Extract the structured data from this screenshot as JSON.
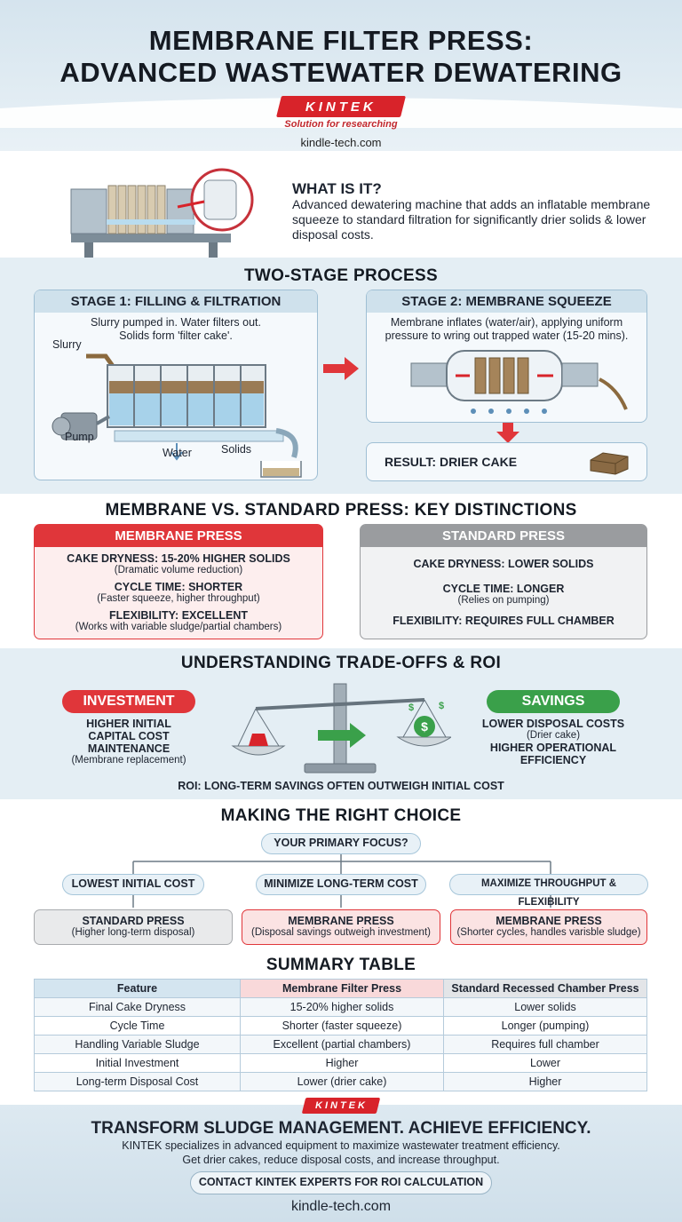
{
  "header": {
    "title_line1": "MEMBRANE FILTER PRESS:",
    "title_line2": "ADVANCED WASTEWATER DEWATERING",
    "logo": "KINTEK",
    "tagline": "Solution for researching",
    "site": "kindle-tech.com"
  },
  "what": {
    "heading": "WHAT IS IT?",
    "text": "Advanced dewatering machine that adds an inflatable membrane squeeze to standard filtration for significantly drier solids & lower disposal costs."
  },
  "process": {
    "title": "TWO-STAGE PROCESS",
    "stage1": {
      "title": "STAGE 1: FILLING & FILTRATION",
      "text_line1": "Slurry pumped in. Water filters out.",
      "text_line2": "Solids form 'filter cake'.",
      "labels": {
        "slurry": "Slurry",
        "pump": "Pump",
        "water": "Water",
        "solids": "Solids"
      }
    },
    "stage2": {
      "title": "STAGE 2: MEMBRANE SQUEEZE",
      "text_line1": "Membrane inflates (water/air), applying uniform",
      "text_line2": "pressure to wring out trapped water (15-20 mins)."
    },
    "result": "RESULT: DRIER CAKE"
  },
  "distinctions": {
    "title": "MEMBRANE VS. STANDARD PRESS: KEY DISTINCTIONS",
    "membrane": {
      "title": "MEMBRANE PRESS",
      "rows": [
        {
          "head": "CAKE DRYNESS: 15-20% HIGHER SOLIDS",
          "sub": "(Dramatic volume reduction)"
        },
        {
          "head": "CYCLE TIME: SHORTER",
          "sub": "(Faster squeeze, higher throughput)"
        },
        {
          "head": "FLEXIBILITY: EXCELLENT",
          "sub": "(Works with variable sludge/partial chambers)"
        }
      ]
    },
    "standard": {
      "title": "STANDARD PRESS",
      "rows": [
        {
          "head": "CAKE DRYNESS: LOWER SOLIDS",
          "sub": ""
        },
        {
          "head": "CYCLE TIME: LONGER",
          "sub": "(Relies on pumping)"
        },
        {
          "head": "FLEXIBILITY: REQUIRES FULL CHAMBER",
          "sub": ""
        }
      ]
    }
  },
  "tradeoffs": {
    "title": "UNDERSTANDING TRADE-OFFS & ROI",
    "investment": {
      "label": "INVESTMENT",
      "line1": "HIGHER INITIAL",
      "line2": "CAPITAL COST",
      "line3": "MAINTENANCE",
      "line4": "(Membrane replacement)"
    },
    "savings": {
      "label": "SAVINGS",
      "line1": "LOWER DISPOSAL COSTS",
      "line2": "(Drier cake)",
      "line3": "HIGHER OPERATIONAL",
      "line4": "EFFICIENCY"
    },
    "roi": "ROI: LONG-TERM SAVINGS OFTEN OUTWEIGH INITIAL COST"
  },
  "choice": {
    "title": "MAKING THE RIGHT CHOICE",
    "focus": "YOUR PRIMARY FOCUS?",
    "options": [
      {
        "label": "LOWEST INITIAL COST",
        "result": "STANDARD PRESS",
        "note": "(Higher long-term disposal)"
      },
      {
        "label": "MINIMIZE LONG-TERM COST",
        "result": "MEMBRANE PRESS",
        "note": "(Disposal savings outweigh investment)"
      },
      {
        "label": "MAXIMIZE THROUGHPUT & FLEXIBILITY",
        "result": "MEMBRANE PRESS",
        "note": "(Shorter cycles, handles varisble sludge)"
      }
    ]
  },
  "table": {
    "title": "SUMMARY TABLE",
    "headers": [
      "Feature",
      "Membrane Filter Press",
      "Standard Recessed Chamber Press"
    ],
    "rows": [
      [
        "Final Cake Dryness",
        "15-20% higher solids",
        "Lower solids"
      ],
      [
        "Cycle Time",
        "Shorter (faster squeeze)",
        "Longer (pumping)"
      ],
      [
        "Handling Variable Sludge",
        "Excellent (partial chambers)",
        "Requires full chamber"
      ],
      [
        "Initial Investment",
        "Higher",
        "Lower"
      ],
      [
        "Long-term Disposal Cost",
        "Lower (drier cake)",
        "Higher"
      ]
    ]
  },
  "footer": {
    "logo": "KINTEK",
    "headline": "TRANSFORM SLUDGE MANAGEMENT. ACHIEVE EFFICIENCY.",
    "text_line1": "KINTEK specializes in advanced equipment to maximize wastewater treatment efficiency.",
    "text_line2": "Get drier cakes, reduce disposal costs, and increase throughput.",
    "cta": "CONTACT KINTEK EXPERTS FOR ROI CALCULATION",
    "site": "kindle-tech.com"
  },
  "colors": {
    "brand_red": "#d8232a",
    "membrane_red": "#e0363a",
    "standard_gray": "#9a9c9f",
    "savings_green": "#3aa04a",
    "panel_blue": "#e4eef4"
  }
}
